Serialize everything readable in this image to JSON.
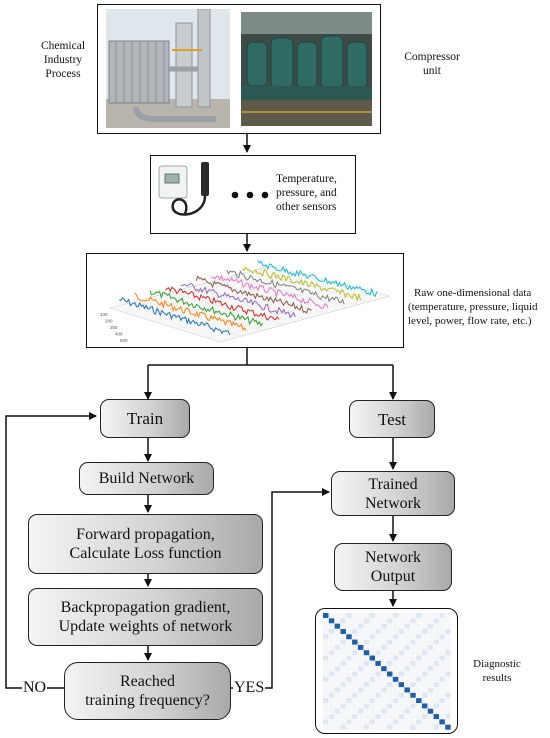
{
  "process_labels": {
    "chemical": [
      "Chemical",
      "Industry",
      "Process"
    ],
    "compressor": [
      "Compressor",
      "unit"
    ]
  },
  "sensors_label": [
    "Temperature,",
    "pressure, and",
    "other sensors"
  ],
  "raw_data_label": [
    "Raw one-dimensional data",
    "(temperature, pressure, liquid",
    "level, power, flow rate, etc.)"
  ],
  "plot_axis_ticks": [
    "100",
    "200",
    "300",
    "400",
    "500"
  ],
  "flow": {
    "train": "Train",
    "test": "Test",
    "build_network": "Build Network",
    "forward": [
      "Forward propagation,",
      "Calculate Loss function"
    ],
    "backprop": [
      "Backpropagation gradient,",
      "Update weights of network"
    ],
    "reached": [
      "Reached",
      "training frequency?"
    ],
    "no": "NO",
    "yes": "YES",
    "trained_network": [
      "Trained",
      "Network"
    ],
    "network_output": [
      "Network",
      "Output"
    ]
  },
  "diagnostic_label": [
    "Diagnostic",
    "results"
  ],
  "colors": {
    "box_light": "#f4f4f4",
    "box_dark": "#a9a9a9",
    "confusion_diagonal": "#1f5fa8",
    "series": [
      "#1f77b4",
      "#ff7f0e",
      "#2ca02c",
      "#d62728",
      "#9467bd",
      "#8c564b",
      "#e377c2",
      "#7f7f7f",
      "#bcbd22",
      "#17becf"
    ]
  }
}
